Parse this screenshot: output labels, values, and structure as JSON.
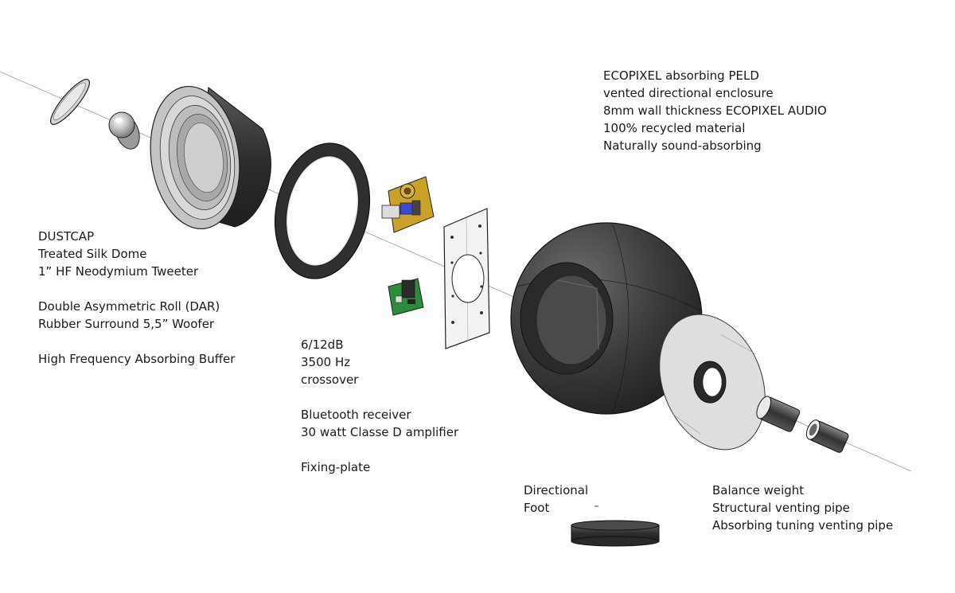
{
  "labels": {
    "enclosure": [
      "ECOPIXEL absorbing PELD",
      "vented directional enclosure",
      "8mm wall thickness ECOPIXEL AUDIO",
      "100% recycled material",
      "Naturally sound-absorbing"
    ],
    "drivers": [
      "DUSTCAP",
      "Treated Silk Dome",
      "1” HF Neodymium Tweeter",
      "",
      "Double Asymmetric Roll (DAR)",
      "Rubber Surround 5,5” Woofer",
      "",
      "High Frequency Absorbing Buffer"
    ],
    "electronics": [
      "6/12dB",
      "3500 Hz",
      "crossover",
      "",
      "Bluetooth receiver",
      "30 watt Classe D amplifier",
      "",
      "Fixing-plate"
    ],
    "foot": [
      "Directional",
      "Foot"
    ],
    "rear": [
      "Balance weight",
      "Structural venting pipe",
      "Absorbing tuning venting pipe"
    ]
  },
  "colors": {
    "metal": "#cfcfcf",
    "dark_part": "#3a3a3a",
    "pcb_gold": "#c9a227",
    "pcb_green": "#2e8b3e",
    "axis_line": "#9a9a9a"
  }
}
